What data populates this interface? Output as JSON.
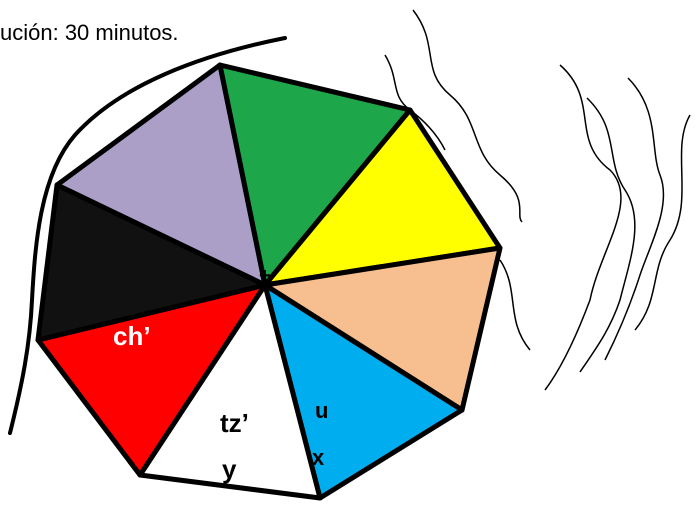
{
  "caption": "ución: 30 minutos.",
  "segments": [
    {
      "id": "lavender",
      "color": "#ab9fc8",
      "label": ""
    },
    {
      "id": "green",
      "color": "#1ea64a",
      "label": ""
    },
    {
      "id": "yellow",
      "color": "#ffff00",
      "label": ""
    },
    {
      "id": "peach",
      "color": "#f7bf8f",
      "label": ""
    },
    {
      "id": "blue",
      "color": "#00aeef",
      "label": "u"
    },
    {
      "id": "white",
      "color": "#ffffff",
      "label": "tz’"
    },
    {
      "id": "red",
      "color": "#ff0000",
      "label": "ch’"
    },
    {
      "id": "black",
      "color": "#111111",
      "label": ""
    }
  ],
  "extra_labels": {
    "white_bottom": "y",
    "blue_bottom": "x"
  },
  "colors": {
    "outline": "#000000"
  }
}
